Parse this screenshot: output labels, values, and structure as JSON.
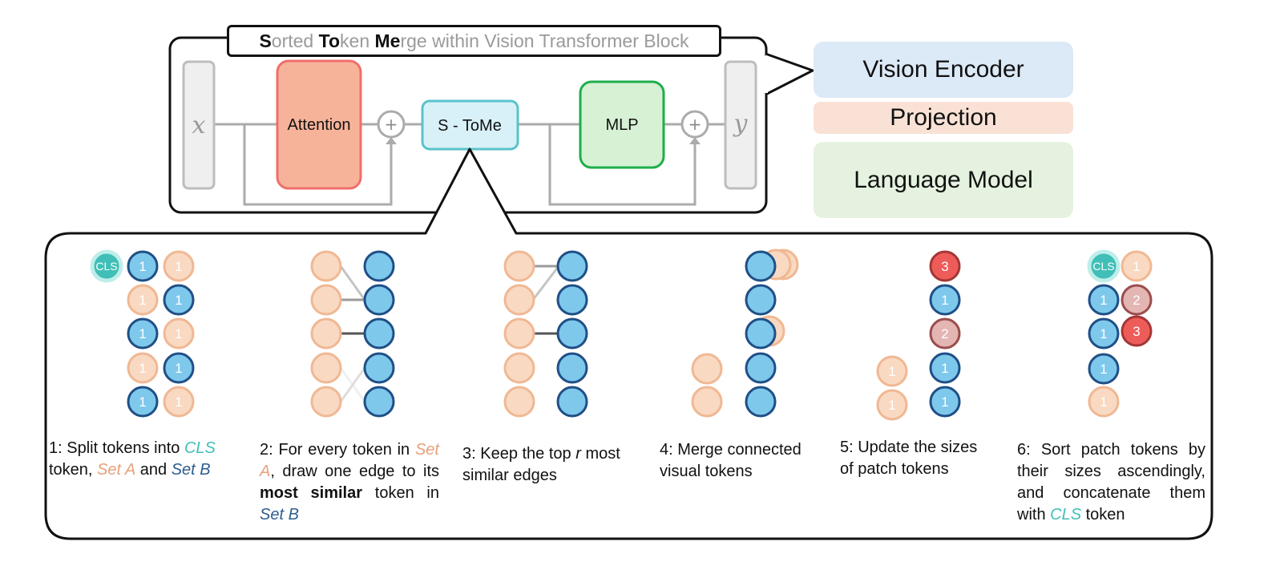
{
  "block": {
    "title_parts": [
      {
        "text": "S",
        "bold": true
      },
      {
        "text": "orted ",
        "bold": false
      },
      {
        "text": "To",
        "bold": true
      },
      {
        "text": "ken ",
        "bold": false
      },
      {
        "text": "Me",
        "bold": true
      },
      {
        "text": "rge within Vision Transformer Block",
        "bold": false
      }
    ],
    "input_label": "x",
    "output_label": "y",
    "attention_label": "Attention",
    "stome_label": "S - ToMe",
    "mlp_label": "MLP",
    "plus_symbol": "+"
  },
  "side_panels": {
    "vision_encoder": "Vision Encoder",
    "projection": "Projection",
    "language_model": "Language Model"
  },
  "token_labels": {
    "cls": "CLS",
    "one": "1",
    "two": "2",
    "three": "3"
  },
  "steps": [
    {
      "caption": [
        {
          "t": "1: Split tokens into "
        },
        {
          "t": "CLS",
          "c": "cC"
        },
        {
          "br": true
        },
        {
          "t": "token, "
        },
        {
          "t": "Set A",
          "c": "cA"
        },
        {
          "t": " and "
        },
        {
          "t": "Set B",
          "c": "cB"
        }
      ]
    },
    {
      "caption": [
        {
          "t": "2: For every token in "
        },
        {
          "t": "Set A",
          "c": "cA"
        },
        {
          "t": ", draw one edge to its "
        },
        {
          "t": "most similar",
          "c": "bold"
        },
        {
          "t": " token in "
        },
        {
          "t": "Set B",
          "c": "cB"
        }
      ]
    },
    {
      "caption": [
        {
          "t": "3: Keep the top "
        },
        {
          "t": "r",
          "c": "it"
        },
        {
          "t": " most"
        },
        {
          "br": true
        },
        {
          "t": "similar edges"
        }
      ]
    },
    {
      "caption": [
        {
          "t": "4: Merge connected"
        },
        {
          "br": true
        },
        {
          "t": "visual tokens"
        }
      ]
    },
    {
      "caption": [
        {
          "t": "5: Update the sizes"
        },
        {
          "br": true
        },
        {
          "t": "of patch tokens"
        }
      ]
    },
    {
      "caption": [
        {
          "t": "6: Sort patch tokens by their sizes ascendingly, and concatenate them with "
        },
        {
          "t": "CLS",
          "c": "cC"
        },
        {
          "t": " token"
        }
      ]
    }
  ],
  "colors": {
    "setA_fill": "#f9d9c2",
    "setA_stroke": "#f0b893",
    "setB_fill": "#7ec8ec",
    "setB_stroke": "#1f4f86",
    "cls_fill": "#3fbfb7",
    "size2_fill": "#e3b5b3",
    "size3_fill": "#ee5c5a",
    "attention_fill": "#f7b39a",
    "attention_stroke": "#ef6f6a",
    "stome_fill": "#d8f1f8",
    "stome_stroke": "#58c3cc",
    "mlp_fill": "#d6f1d4",
    "mlp_stroke": "#1fae4a",
    "vision_panel": "#dce9f6",
    "projection_panel": "#f9e2d5",
    "language_panel": "#e4f2df"
  }
}
